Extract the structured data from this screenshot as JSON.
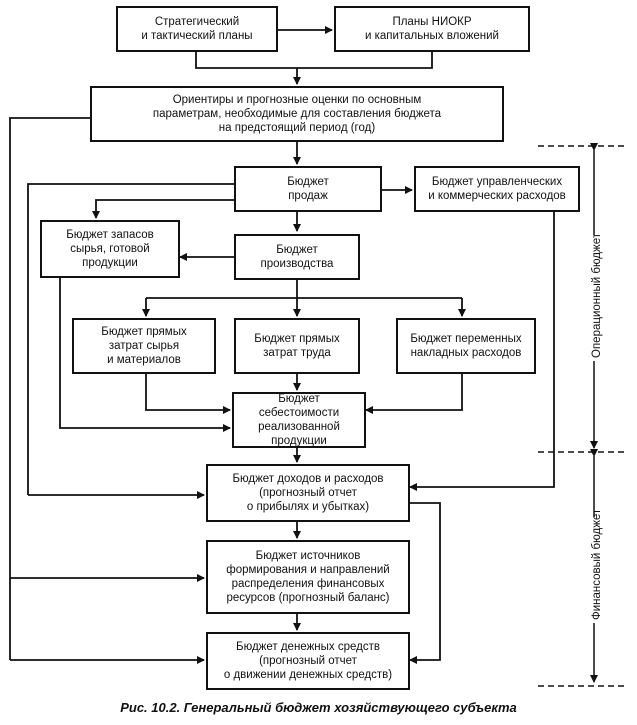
{
  "boxes": {
    "strategic": "Стратегический\nи тактический планы",
    "rnd": "Планы НИОКР\nи капитальных вложений",
    "guidelines": "Ориентиры и прогнозные оценки по основным\nпараметрам, необходимые для составления бюджета\nна предстоящий период (год)",
    "sales": "Бюджет\nпродаж",
    "admin": "Бюджет управленческих\nи коммерческих расходов",
    "inventory": "Бюджет запасов\nсырья, готовой\nпродукции",
    "production": "Бюджет\nпроизводства",
    "materials": "Бюджет прямых\nзатрат сырья\nи материалов",
    "labor": "Бюджет прямых\nзатрат труда",
    "overhead": "Бюджет переменных\nнакладных расходов",
    "cogs": "Бюджет себестоимости\nреализованной\nпродукции",
    "income": "Бюджет доходов и расходов\n(прогнозный отчет\nо прибылях и убытках)",
    "balance": "Бюджет источников\nформирования и направлений\nраспределения финансовых\nресурсов (прогнозный баланс)",
    "cash": "Бюджет денежных средств\n(прогнозный отчет\nо движении денежных средств)"
  },
  "side_labels": {
    "operational": "Операционный бюджет",
    "financial": "Финансовый бюджет"
  },
  "caption": "Рис. 10.2. Генеральный бюджет хозяйствующего субъекта"
}
